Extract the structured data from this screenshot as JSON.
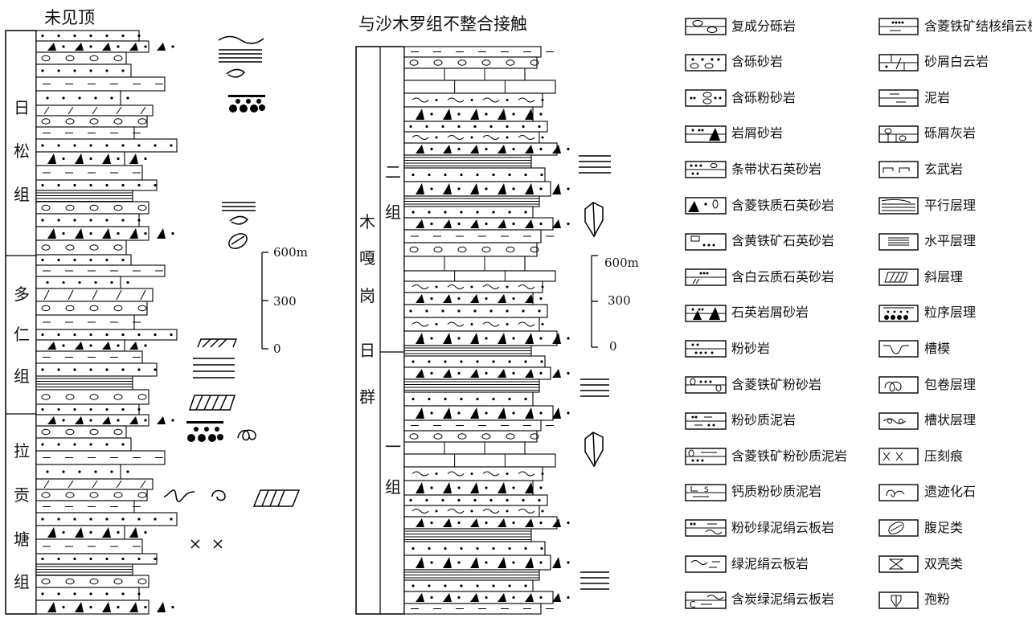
{
  "col1": {
    "top_label": "未见顶",
    "formations": [
      {
        "name": "日松组",
        "chars": [
          "日",
          "松",
          "组"
        ]
      },
      {
        "name": "多仁组",
        "chars": [
          "多",
          "仁",
          "组"
        ]
      },
      {
        "name": "拉贡塘组",
        "chars": [
          "拉",
          "贡",
          "塘",
          "组"
        ]
      }
    ],
    "scale": {
      "labels": [
        "600m",
        "300",
        "0"
      ]
    }
  },
  "col2": {
    "top_label": "与沙木罗组不整合接触",
    "group": {
      "name": "木嘎岗日群",
      "chars": [
        "木",
        "嘎",
        "岗",
        "日",
        "群"
      ]
    },
    "formations": [
      {
        "name": "二组",
        "chars": [
          "二",
          "组"
        ]
      },
      {
        "name": "一组",
        "chars": [
          "一",
          "组"
        ]
      }
    ],
    "scale": {
      "labels": [
        "600m",
        "300",
        "0"
      ]
    }
  },
  "legend_left": [
    {
      "text": "复成分砾岩",
      "icon": "polymictic-conglomerate"
    },
    {
      "text": "含砾砂岩",
      "icon": "pebbly-sandstone"
    },
    {
      "text": "含砾粉砂岩",
      "icon": "pebbly-siltstone"
    },
    {
      "text": "岩屑砂岩",
      "icon": "lithic-sandstone"
    },
    {
      "text": "条带状石英砂岩",
      "icon": "banded-quartz-sandstone"
    },
    {
      "text": "含菱铁质石英砂岩",
      "icon": "sideritic-quartz-sandstone"
    },
    {
      "text": "含黄铁矿石英砂岩",
      "icon": "pyritic-quartz-sandstone"
    },
    {
      "text": "含白云质石英砂岩",
      "icon": "dolomitic-quartz-sandstone"
    },
    {
      "text": "石英岩屑砂岩",
      "icon": "quartz-lithic-sandstone"
    },
    {
      "text": "粉砂岩",
      "icon": "siltstone"
    },
    {
      "text": "含菱铁矿粉砂岩",
      "icon": "siderite-siltstone"
    },
    {
      "text": "粉砂质泥岩",
      "icon": "silty-mudstone"
    },
    {
      "text": "含菱铁矿粉砂质泥岩",
      "icon": "siderite-silty-mudstone"
    },
    {
      "text": "钙质粉砂质泥岩",
      "icon": "calcareous-silty-mudstone"
    },
    {
      "text": "粉砂绿泥绢云板岩",
      "icon": "silty-chlorite-sericite-slate"
    },
    {
      "text": "绿泥绢云板岩",
      "icon": "chlorite-sericite-slate"
    },
    {
      "text": "含炭绿泥绢云板岩",
      "icon": "carbonaceous-chlorite-sericite-slate"
    }
  ],
  "legend_right": [
    {
      "text": "含菱铁矿结核绢云板岩",
      "icon": "siderite-nodule-sericite-slate"
    },
    {
      "text": "砂屑白云岩",
      "icon": "calcarenitic-dolomite"
    },
    {
      "text": "泥岩",
      "icon": "mudstone"
    },
    {
      "text": "砾屑灰岩",
      "icon": "calcirudite"
    },
    {
      "text": "玄武岩",
      "icon": "basalt"
    },
    {
      "text": "平行层理",
      "icon": "parallel-bedding"
    },
    {
      "text": "水平层理",
      "icon": "horizontal-bedding"
    },
    {
      "text": "斜层理",
      "icon": "cross-bedding"
    },
    {
      "text": "粒序层理",
      "icon": "graded-bedding"
    },
    {
      "text": "槽模",
      "icon": "flute-cast"
    },
    {
      "text": "包卷层理",
      "icon": "convolute-bedding"
    },
    {
      "text": "槽状层理",
      "icon": "trough-bedding"
    },
    {
      "text": "压刻痕",
      "icon": "groove-marks"
    },
    {
      "text": "遗迹化石",
      "icon": "trace-fossil"
    },
    {
      "text": "腹足类",
      "icon": "gastropod"
    },
    {
      "text": "双壳类",
      "icon": "bivalve"
    },
    {
      "text": "孢粉",
      "icon": "sporopollen"
    }
  ]
}
